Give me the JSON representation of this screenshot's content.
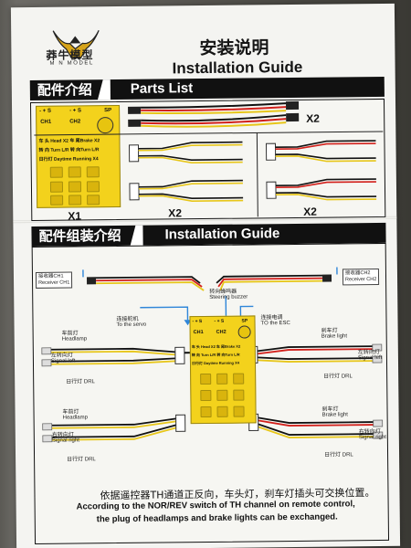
{
  "logo": {
    "cn": "莽牛模型",
    "en": "M N MODEL"
  },
  "title": {
    "cn": "安装说明",
    "en": "Installation Guide"
  },
  "parts": {
    "cn": "配件介绍",
    "en": "Parts List",
    "module_qty": "X1",
    "servo_lead_qty": "X2",
    "led_pair_yellow_qty": "X2",
    "led_pair_red_qty": "X2"
  },
  "install": {
    "cn": "配件组装介绍",
    "en": "Installation Guide"
  },
  "module": {
    "ch1": "CH1",
    "ch2": "CH2",
    "sp": "SP",
    "plus_s_1": "- + S",
    "plus_s_2": "- + S",
    "row1": "车 头 Head X2 车 尾Brake X2",
    "row2": "转 向 Turn L/R 转 向Turn L/R",
    "row3": "日行灯 Daytime Running X4"
  },
  "labels": {
    "receiver_ch1": "接收器CH1\nReceiver CH1",
    "receiver_ch2": "接收器CH2\nReceiver CH2",
    "servo": "连接舵机\nTo the servo",
    "steering_buzzer": "转向蜂鸣器\nSteering buzzer",
    "esc": "连接电调\nTO the ESC",
    "headlamp_1": "车前灯\nHeadlamp",
    "signal_left_1": "左转向灯\nSignal left",
    "drl_1": "日行灯 DRL",
    "headlamp_2": "车前灯\nHeadlamp",
    "signal_right_1": "右转向灯\nSignal right",
    "drl_2": "日行灯 DRL",
    "brake_1": "刹车灯\nBrake light",
    "signal_left_2": "左转向灯\nSignal left",
    "drl_3": "日行灯 DRL",
    "brake_2": "刹车灯\nBrake light",
    "signal_right_2": "右转向灯\nSignal right",
    "drl_4": "日行灯 DRL"
  },
  "footer": {
    "cn": "依据遥控器TH通道正反向，车头灯，刹车灯插头可交换位置。",
    "en1": "According to the NOR/REV switch of TH channel on remote control,",
    "en2": "the plug of headlamps and brake lights can be exchanged."
  },
  "colors": {
    "module": "#f3d21c",
    "wire_yellow": "#e7c619",
    "wire_red": "#d2201b",
    "wire_black": "#111111",
    "band": "#111111",
    "arrow_blue": "#2f86d9"
  }
}
